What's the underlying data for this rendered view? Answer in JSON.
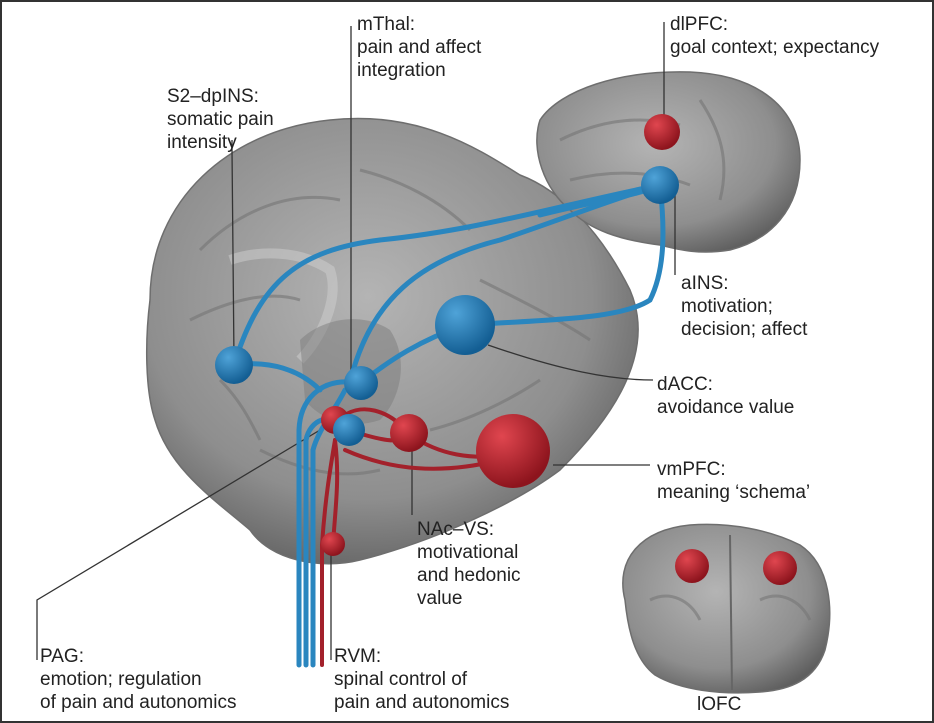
{
  "labels": {
    "mthal": {
      "name": "mThal:",
      "desc": [
        "pain and affect",
        "integration"
      ]
    },
    "dlpfc": {
      "name": "dlPFC:",
      "desc": [
        "goal context; expectancy"
      ]
    },
    "s2dpins": {
      "name": "S2–dpINS:",
      "desc": [
        "somatic pain",
        "intensity"
      ]
    },
    "ains": {
      "name": "aINS:",
      "desc": [
        "motivation;",
        "decision; affect"
      ]
    },
    "dacc": {
      "name": "dACC:",
      "desc": [
        "avoidance value"
      ]
    },
    "vmpfc": {
      "name": "vmPFC:",
      "desc": [
        "meaning ‘schema’"
      ]
    },
    "nacvs": {
      "name": "NAc–VS:",
      "desc": [
        "motivational",
        "and hedonic",
        "value"
      ]
    },
    "pag": {
      "name": "PAG:",
      "desc": [
        "emotion; regulation",
        "of pain and autonomics"
      ]
    },
    "rvm": {
      "name": "RVM:",
      "desc": [
        "spinal control of",
        "pain and autonomics"
      ]
    },
    "lofc": {
      "name": "lOFC",
      "desc": []
    }
  },
  "colors": {
    "blue_node": "#1f78b4",
    "blue_path": "#2a86bf",
    "red_node": "#b3202c",
    "red_path": "#a3212b",
    "brain": "#8e8e8e",
    "leader": "#333333"
  }
}
